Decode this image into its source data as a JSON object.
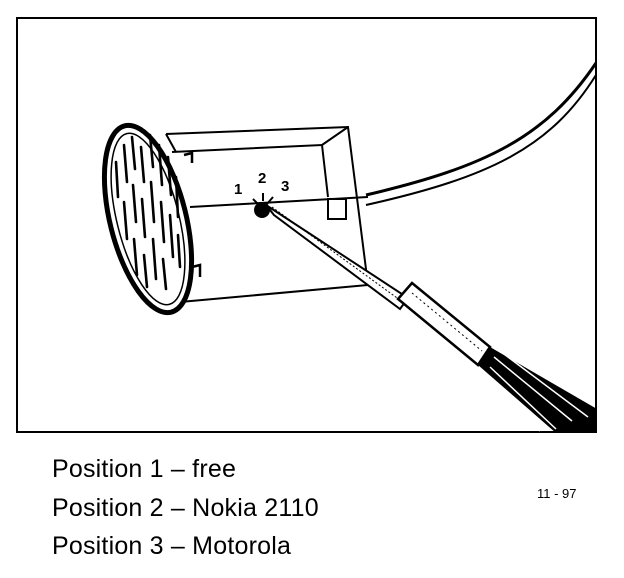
{
  "diagram": {
    "position_markers": [
      "1",
      "2",
      "3"
    ],
    "figure_ref": "11 - 97"
  },
  "caption": {
    "lines": [
      "Position 1 – free",
      "Position 2 – Nokia 2110",
      "Position 3 – Motorola"
    ]
  }
}
